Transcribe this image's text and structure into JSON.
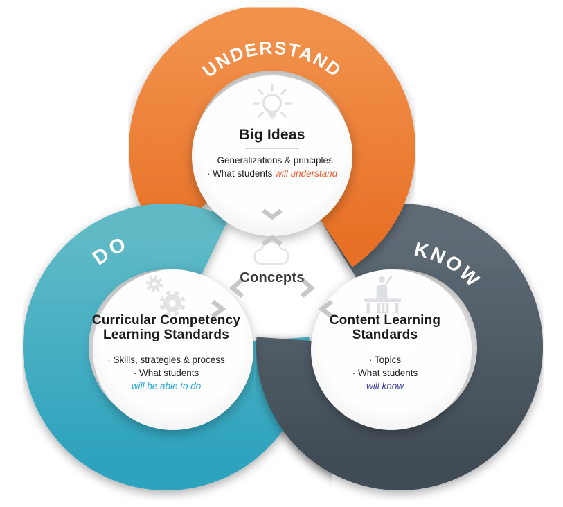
{
  "colors": {
    "understand_top": "#F1914B",
    "understand_bottom": "#E87026",
    "do_top": "#5FBAC6",
    "do_bottom": "#2EA3BE",
    "know_top": "#5E6B75",
    "know_bottom": "#414C55",
    "understand_highlight": "#F0592F",
    "do_highlight": "#2AA7E0",
    "know_highlight": "#4143A3",
    "icon_gray": "#E2E2E3",
    "chevron_gray": "#C7C7C7"
  },
  "center": {
    "label": "Concepts",
    "icon": "cloud-icon"
  },
  "rings": {
    "understand": {
      "label": "UNDERSTAND",
      "icon": "lightbulb-icon",
      "card": {
        "title": "Big Ideas",
        "bullet_1": "· Generalizations & principles",
        "bullet_2_prefix": "· What students ",
        "bullet_2_highlight": "will understand"
      }
    },
    "do": {
      "label": "DO",
      "icon": "gears-icon",
      "card": {
        "title_line_1": "Curricular Competency",
        "title_line_2": "Learning Standards",
        "bullet_1": "· Skills, strategies & process",
        "bullet_2": "· What students",
        "bullet_3_highlight": "will be able to do"
      }
    },
    "know": {
      "label": "KNOW",
      "icon": "teacher-icon",
      "card": {
        "title_line_1": "Content Learning",
        "title_line_2": "Standards",
        "bullet_1": "· Topics",
        "bullet_2": "· What students",
        "bullet_3_highlight": "will know"
      }
    }
  }
}
